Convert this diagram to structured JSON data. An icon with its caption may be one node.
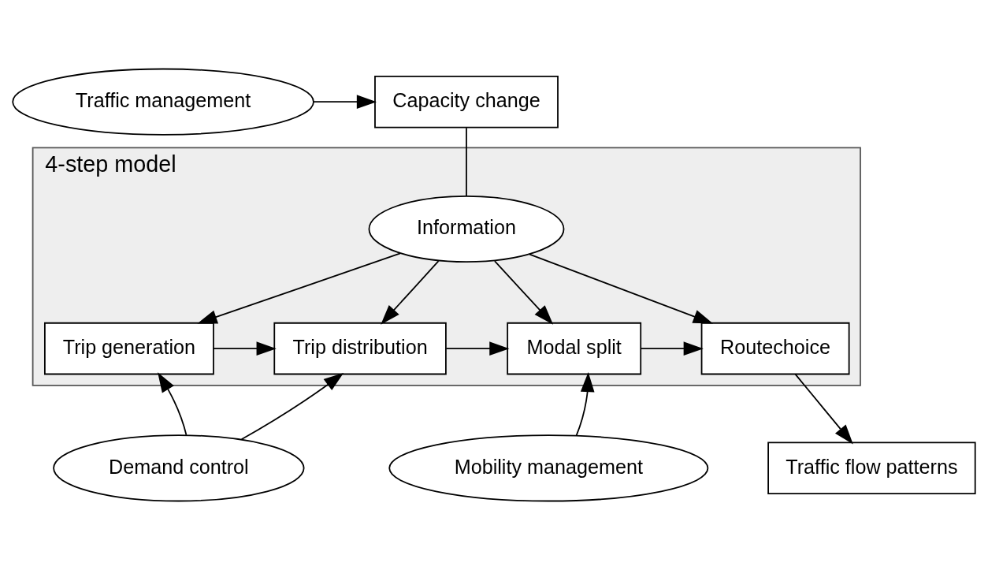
{
  "diagram": {
    "nodes": [
      {
        "text": [
          "Capacity change"
        ]
      },
      {
        "text": [
          "Traffic management"
        ]
      },
      {
        "text": [
          "4-step model"
        ]
      },
      {
        "text": [
          "Information"
        ],
        "in": 2
      },
      {
        "text": [
          "Trip generation"
        ],
        "in": 2
      },
      {
        "text": [
          "Trip distribution"
        ],
        "in": 2
      },
      {
        "text": [
          "Modal split"
        ],
        "in": 2
      },
      {
        "text": [
          "Routechoice"
        ],
        "in": 2
      },
      {
        "text": [
          "Demand control"
        ]
      },
      {
        "text": [
          "Mobility management"
        ]
      },
      {
        "text": [
          "Traffic flow patterns"
        ]
      }
    ],
    "edges": [
      {
        "from": 1,
        "to": 0,
        "arrow": "to"
      },
      {
        "from": 0,
        "to": 3,
        "arrow": "none"
      },
      {
        "from": 3,
        "to": 4,
        "arrow": "to"
      },
      {
        "from": 3,
        "to": 5,
        "arrow": "to"
      },
      {
        "from": 3,
        "to": 6,
        "arrow": "to"
      },
      {
        "from": 3,
        "to": 7,
        "arrow": "to"
      },
      {
        "from": 4,
        "to": 5,
        "arrow": "to"
      },
      {
        "from": 5,
        "to": 6,
        "arrow": "to"
      },
      {
        "from": 6,
        "to": 7,
        "arrow": "to"
      },
      {
        "from": 8,
        "to": 4,
        "arrow": "to"
      },
      {
        "from": 8,
        "to": 5,
        "arrow": "to"
      },
      {
        "from": 9,
        "to": 6,
        "arrow": "to"
      },
      {
        "from": 7,
        "to": 10,
        "arrow": "to"
      }
    ]
  }
}
